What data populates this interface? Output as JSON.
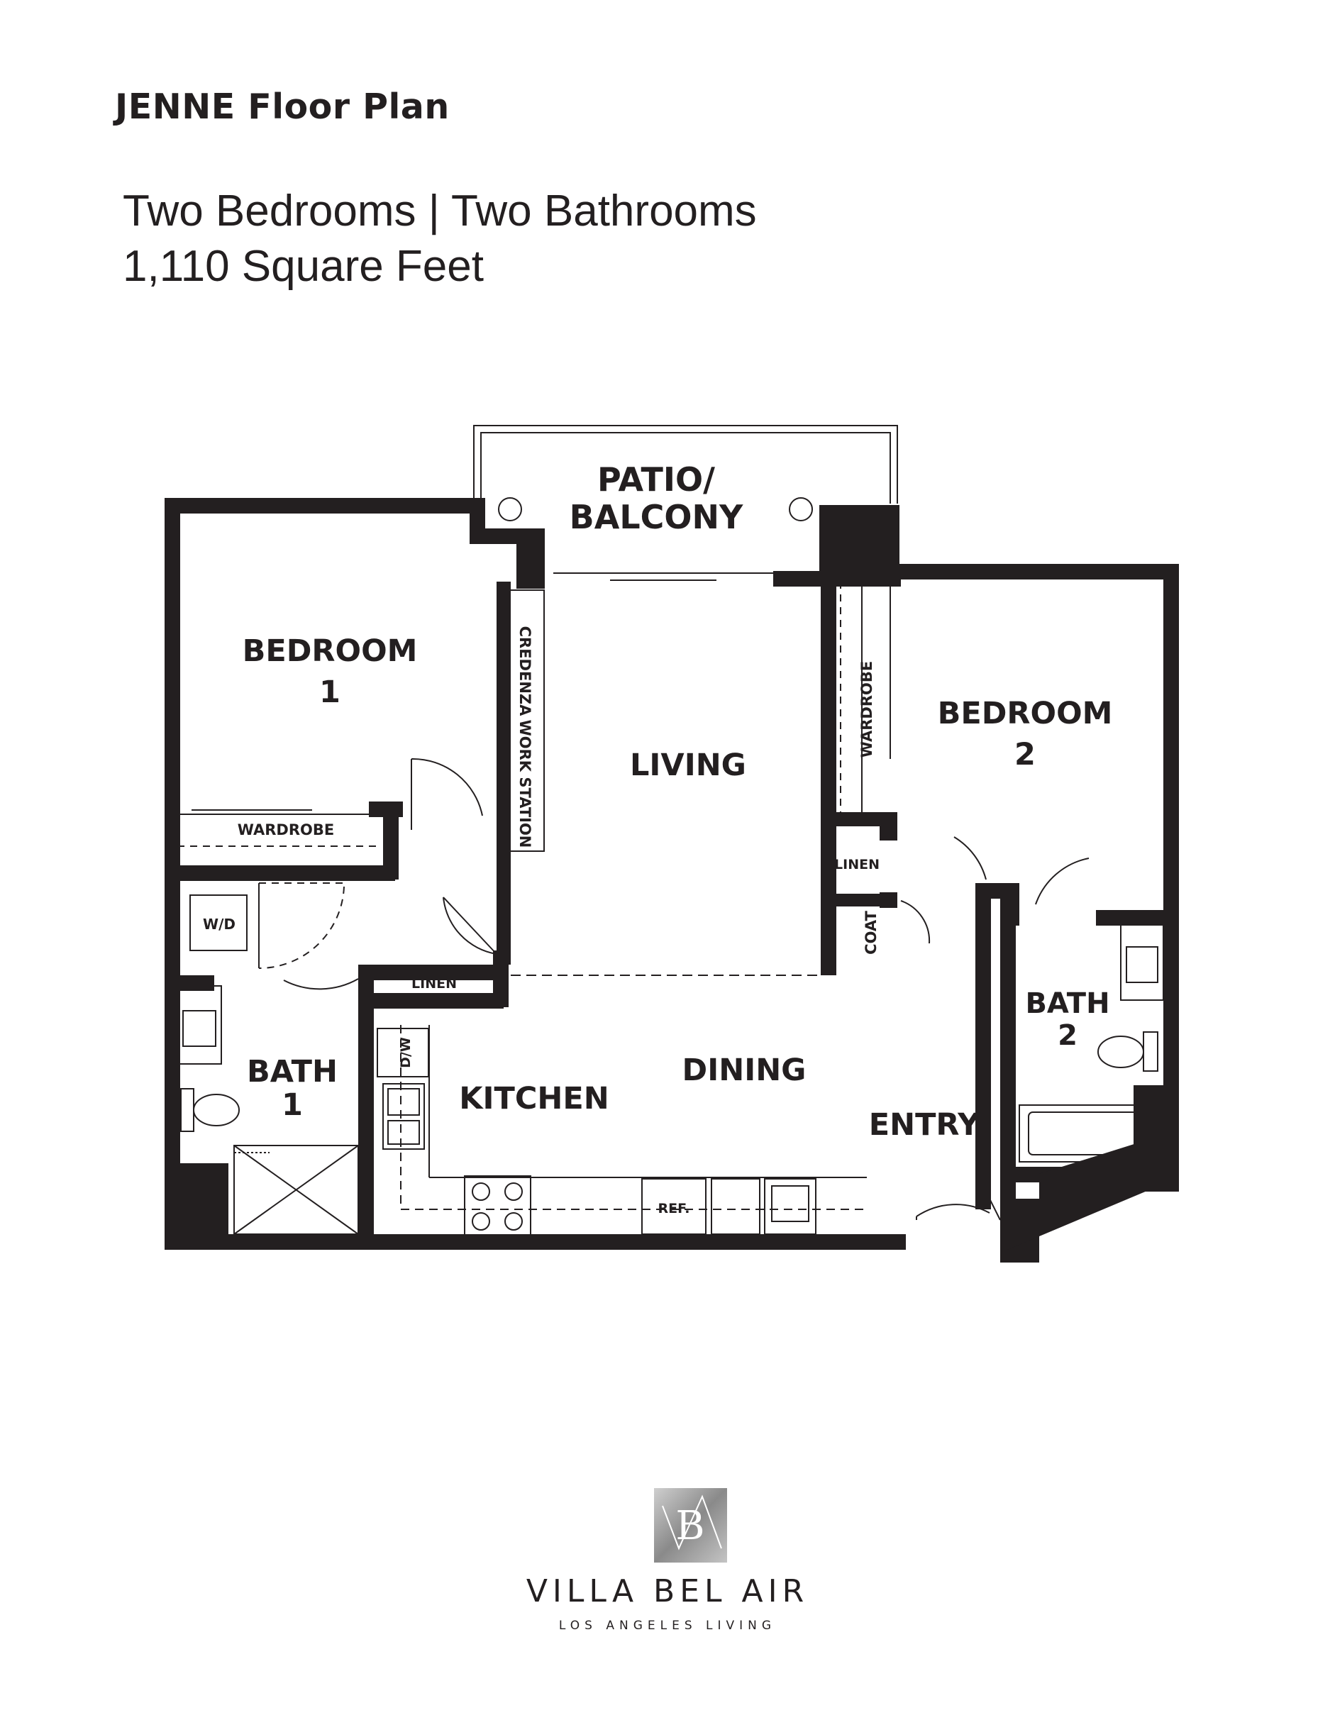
{
  "header": {
    "title": "JENNE Floor Plan",
    "summary": "Two Bedrooms  |  Two Bathrooms",
    "area": "1,110 Square Feet"
  },
  "plan": {
    "rooms": {
      "patio_line1": "PATIO/",
      "patio_line2": "BALCONY",
      "bedroom1_line1": "BEDROOM",
      "bedroom1_line2": "1",
      "bedroom2_line1": "BEDROOM",
      "bedroom2_line2": "2",
      "living": "LIVING",
      "kitchen": "KITCHEN",
      "dining": "DINING",
      "entry": "ENTRY",
      "bath1_line1": "BATH",
      "bath1_line2": "1",
      "bath2_line1": "BATH",
      "bath2_line2": "2"
    },
    "fixtures": {
      "wardrobe1": "WARDROBE",
      "wardrobe2": "WARDROBE",
      "credenza": "CREDENZA",
      "work_station": "WORK STATION",
      "linen_hall": "LINEN",
      "linen_bedroom2": "LINEN",
      "coat": "COAT",
      "washer_dryer": "W/D",
      "dishwasher": "D/W",
      "refrigerator": "REF."
    }
  },
  "brand": {
    "name": "VILLA BEL AIR",
    "tagline": "LOS ANGELES LIVING",
    "monogram": "B"
  },
  "colors": {
    "ink": "#231f20",
    "logo_silver": "#9a9a9a"
  }
}
